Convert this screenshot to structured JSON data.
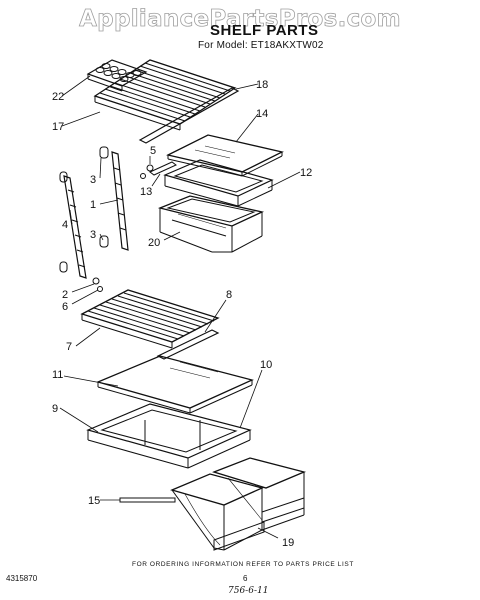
{
  "watermark": "AppliancePartsPros.com",
  "title": "SHELF PARTS",
  "model_line": "For Model: ET18AKXTW02",
  "footer_note": "FOR ORDERING INFORMATION REFER TO PARTS PRICE LIST",
  "doc_number": "4315870",
  "page_number": "6",
  "handwritten_code": "756-6-11",
  "callouts": [
    {
      "id": "22",
      "text": "22"
    },
    {
      "id": "18",
      "text": "18"
    },
    {
      "id": "14",
      "text": "14"
    },
    {
      "id": "17",
      "text": "17"
    },
    {
      "id": "5",
      "text": "5"
    },
    {
      "id": "3a",
      "text": "3"
    },
    {
      "id": "13",
      "text": "13"
    },
    {
      "id": "12",
      "text": "12"
    },
    {
      "id": "1",
      "text": "1"
    },
    {
      "id": "4",
      "text": "4"
    },
    {
      "id": "3b",
      "text": "3"
    },
    {
      "id": "20",
      "text": "20"
    },
    {
      "id": "2",
      "text": "2"
    },
    {
      "id": "6",
      "text": "6"
    },
    {
      "id": "8",
      "text": "8"
    },
    {
      "id": "7",
      "text": "7"
    },
    {
      "id": "11",
      "text": "11"
    },
    {
      "id": "10",
      "text": "10"
    },
    {
      "id": "9",
      "text": "9"
    },
    {
      "id": "15",
      "text": "15"
    },
    {
      "id": "19",
      "text": "19"
    }
  ]
}
